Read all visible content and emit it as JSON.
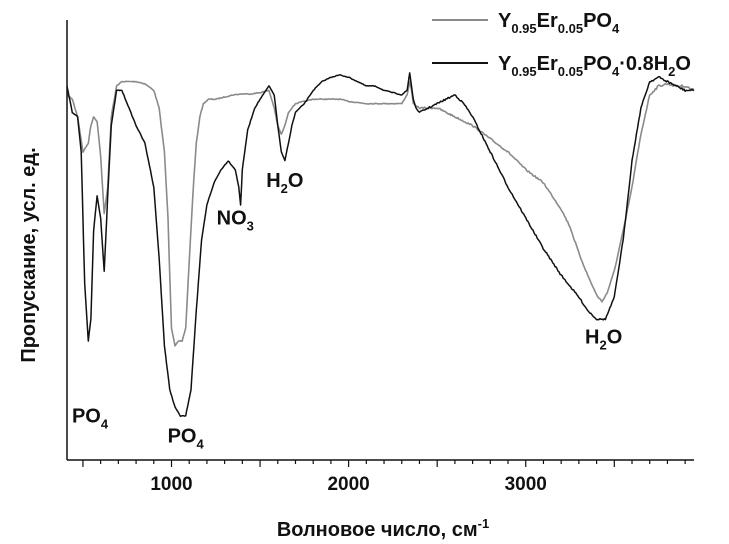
{
  "chart_data": {
    "type": "line",
    "xlabel": "Волновое число, см",
    "xlabel_sup": "-1",
    "ylabel": "Пропускание, усл. ед.",
    "xlim": [
      410,
      3950
    ],
    "ylim": [
      0,
      1
    ],
    "x_ticks": [
      1000,
      2000,
      3000
    ],
    "x_tick_labels": [
      "1000",
      "2000",
      "3000"
    ],
    "y_ticks_shown": false,
    "grid": false,
    "legend_position": "top-right",
    "series": [
      {
        "name": "Y0.95Er0.05PO4",
        "label_parts": [
          {
            "t": "Y"
          },
          {
            "t": "0.95",
            "sub": true
          },
          {
            "t": "Er"
          },
          {
            "t": "0.05",
            "sub": true
          },
          {
            "t": "PO"
          },
          {
            "t": "4",
            "sub": true
          }
        ],
        "color": "#8a8a8a",
        "x": [
          410,
          440,
          470,
          500,
          530,
          545,
          560,
          580,
          600,
          620,
          640,
          660,
          690,
          720,
          760,
          800,
          850,
          900,
          930,
          960,
          980,
          1000,
          1020,
          1040,
          1060,
          1080,
          1100,
          1120,
          1140,
          1160,
          1180,
          1210,
          1250,
          1300,
          1350,
          1400,
          1450,
          1500,
          1550,
          1580,
          1600,
          1620,
          1640,
          1660,
          1680,
          1700,
          1750,
          1800,
          1850,
          1900,
          1950,
          2000,
          2100,
          2200,
          2300,
          2330,
          2345,
          2355,
          2365,
          2380,
          2400,
          2500,
          2600,
          2700,
          2800,
          2900,
          3000,
          3100,
          3150,
          3200,
          3250,
          3300,
          3350,
          3400,
          3430,
          3460,
          3500,
          3550,
          3600,
          3650,
          3700,
          3750,
          3800,
          3850,
          3900,
          3950
        ],
        "y": [
          0.83,
          0.82,
          0.78,
          0.7,
          0.72,
          0.76,
          0.78,
          0.77,
          0.69,
          0.56,
          0.62,
          0.78,
          0.85,
          0.86,
          0.86,
          0.86,
          0.855,
          0.84,
          0.8,
          0.7,
          0.55,
          0.3,
          0.26,
          0.27,
          0.27,
          0.3,
          0.45,
          0.6,
          0.72,
          0.78,
          0.81,
          0.82,
          0.82,
          0.825,
          0.83,
          0.832,
          0.832,
          0.835,
          0.84,
          0.8,
          0.76,
          0.74,
          0.76,
          0.79,
          0.8,
          0.81,
          0.815,
          0.82,
          0.82,
          0.82,
          0.82,
          0.815,
          0.81,
          0.81,
          0.81,
          0.83,
          0.86,
          0.84,
          0.81,
          0.805,
          0.8,
          0.8,
          0.78,
          0.76,
          0.73,
          0.7,
          0.66,
          0.63,
          0.6,
          0.57,
          0.53,
          0.47,
          0.42,
          0.375,
          0.36,
          0.38,
          0.43,
          0.52,
          0.62,
          0.74,
          0.83,
          0.85,
          0.855,
          0.85,
          0.85,
          0.84
        ]
      },
      {
        "name": "Y0.95Er0.05PO4·0.8H2O",
        "label_parts": [
          {
            "t": "Y"
          },
          {
            "t": "0.95",
            "sub": true
          },
          {
            "t": "Er"
          },
          {
            "t": "0.05",
            "sub": true
          },
          {
            "t": "PO"
          },
          {
            "t": "4",
            "sub": true
          },
          {
            "t": "·0.8H"
          },
          {
            "t": "2",
            "sub": true
          },
          {
            "t": "O"
          }
        ],
        "color": "#111111",
        "x": [
          410,
          440,
          470,
          490,
          510,
          530,
          545,
          560,
          580,
          600,
          620,
          640,
          660,
          690,
          720,
          760,
          800,
          850,
          900,
          930,
          960,
          990,
          1020,
          1050,
          1080,
          1110,
          1140,
          1170,
          1200,
          1240,
          1280,
          1320,
          1360,
          1380,
          1390,
          1400,
          1430,
          1470,
          1500,
          1550,
          1580,
          1600,
          1620,
          1640,
          1660,
          1680,
          1700,
          1750,
          1800,
          1850,
          1900,
          1950,
          2000,
          2050,
          2100,
          2150,
          2200,
          2250,
          2300,
          2330,
          2345,
          2355,
          2365,
          2380,
          2400,
          2450,
          2500,
          2550,
          2600,
          2650,
          2700,
          2800,
          2900,
          3000,
          3100,
          3200,
          3300,
          3350,
          3400,
          3450,
          3500,
          3550,
          3600,
          3650,
          3700,
          3750,
          3800,
          3850,
          3900,
          3950
        ],
        "y": [
          0.85,
          0.79,
          0.78,
          0.7,
          0.4,
          0.27,
          0.32,
          0.52,
          0.6,
          0.55,
          0.43,
          0.6,
          0.76,
          0.84,
          0.84,
          0.8,
          0.76,
          0.72,
          0.62,
          0.46,
          0.26,
          0.16,
          0.12,
          0.1,
          0.1,
          0.16,
          0.34,
          0.5,
          0.58,
          0.63,
          0.66,
          0.68,
          0.66,
          0.62,
          0.58,
          0.66,
          0.75,
          0.8,
          0.82,
          0.85,
          0.83,
          0.76,
          0.7,
          0.68,
          0.72,
          0.76,
          0.79,
          0.81,
          0.84,
          0.86,
          0.87,
          0.875,
          0.87,
          0.86,
          0.85,
          0.85,
          0.84,
          0.835,
          0.83,
          0.84,
          0.88,
          0.85,
          0.82,
          0.8,
          0.79,
          0.8,
          0.81,
          0.82,
          0.83,
          0.81,
          0.78,
          0.7,
          0.62,
          0.55,
          0.48,
          0.42,
          0.37,
          0.34,
          0.32,
          0.32,
          0.37,
          0.5,
          0.68,
          0.8,
          0.86,
          0.87,
          0.86,
          0.85,
          0.84,
          0.84
        ]
      }
    ],
    "annotations": [
      {
        "parts": [
          {
            "t": "PO"
          },
          {
            "t": "4",
            "sub": true
          }
        ],
        "x": 540,
        "y": 0.085
      },
      {
        "parts": [
          {
            "t": "PO"
          },
          {
            "t": "4",
            "sub": true
          }
        ],
        "x": 1080,
        "y": 0.04
      },
      {
        "parts": [
          {
            "t": "NO"
          },
          {
            "t": "3",
            "sub": true
          }
        ],
        "x": 1360,
        "y": 0.535
      },
      {
        "parts": [
          {
            "t": "H"
          },
          {
            "t": "2",
            "sub": true
          },
          {
            "t": "O"
          }
        ],
        "x": 1640,
        "y": 0.62
      },
      {
        "parts": [
          {
            "t": "H"
          },
          {
            "t": "2",
            "sub": true
          },
          {
            "t": "O"
          }
        ],
        "x": 3440,
        "y": 0.265
      }
    ]
  }
}
